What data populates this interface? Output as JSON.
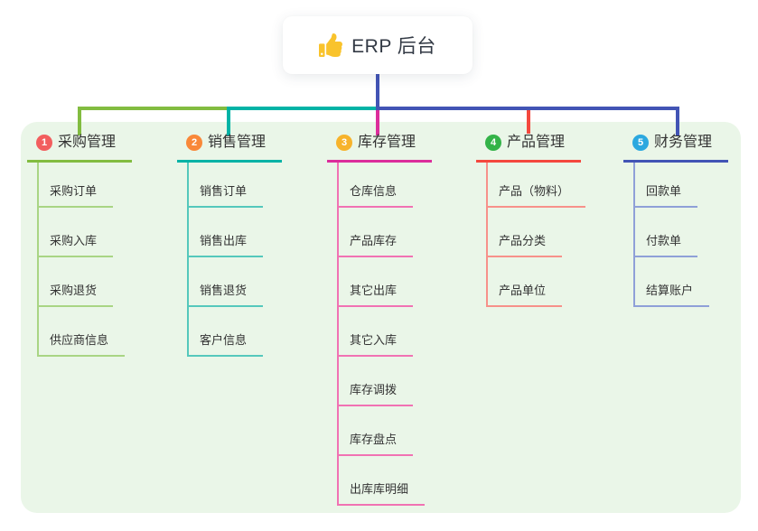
{
  "root": {
    "label": "ERP 后台",
    "icon": "thumbs-up-icon",
    "icon_color": "#F9C32C"
  },
  "colors": {
    "page_bg": "#FFFFFF",
    "panel_bg": "#EAF6E8",
    "card_bg": "#FFFFFF",
    "text": "#333333",
    "root_line": "#4254B5"
  },
  "branches": [
    {
      "index": "1",
      "label": "采购管理",
      "badge_color": "#F25E5E",
      "line_color": "#82BC40",
      "child_line_color": "#A9D584",
      "children": [
        "采购订单",
        "采购入库",
        "采购退货",
        "供应商信息"
      ]
    },
    {
      "index": "2",
      "label": "销售管理",
      "badge_color": "#F98839",
      "line_color": "#00B3A6",
      "child_line_color": "#55C8BC",
      "children": [
        "销售订单",
        "销售出库",
        "销售退货",
        "客户信息"
      ]
    },
    {
      "index": "3",
      "label": "库存管理",
      "badge_color": "#F7B32B",
      "line_color": "#DC2D9B",
      "child_line_color": "#F172B3",
      "children": [
        "仓库信息",
        "产品库存",
        "其它出库",
        "其它入库",
        "库存调拨",
        "库存盘点",
        "出库库明细"
      ]
    },
    {
      "index": "4",
      "label": "产品管理",
      "badge_color": "#33B348",
      "line_color": "#F4483E",
      "child_line_color": "#F7918A",
      "children": [
        "产品（物料）",
        "产品分类",
        "产品单位"
      ]
    },
    {
      "index": "5",
      "label": "财务管理",
      "badge_color": "#2BA8DF",
      "line_color": "#4254B5",
      "child_line_color": "#8FA0D8",
      "children": [
        "回款单",
        "付款单",
        "结算账户"
      ]
    }
  ]
}
